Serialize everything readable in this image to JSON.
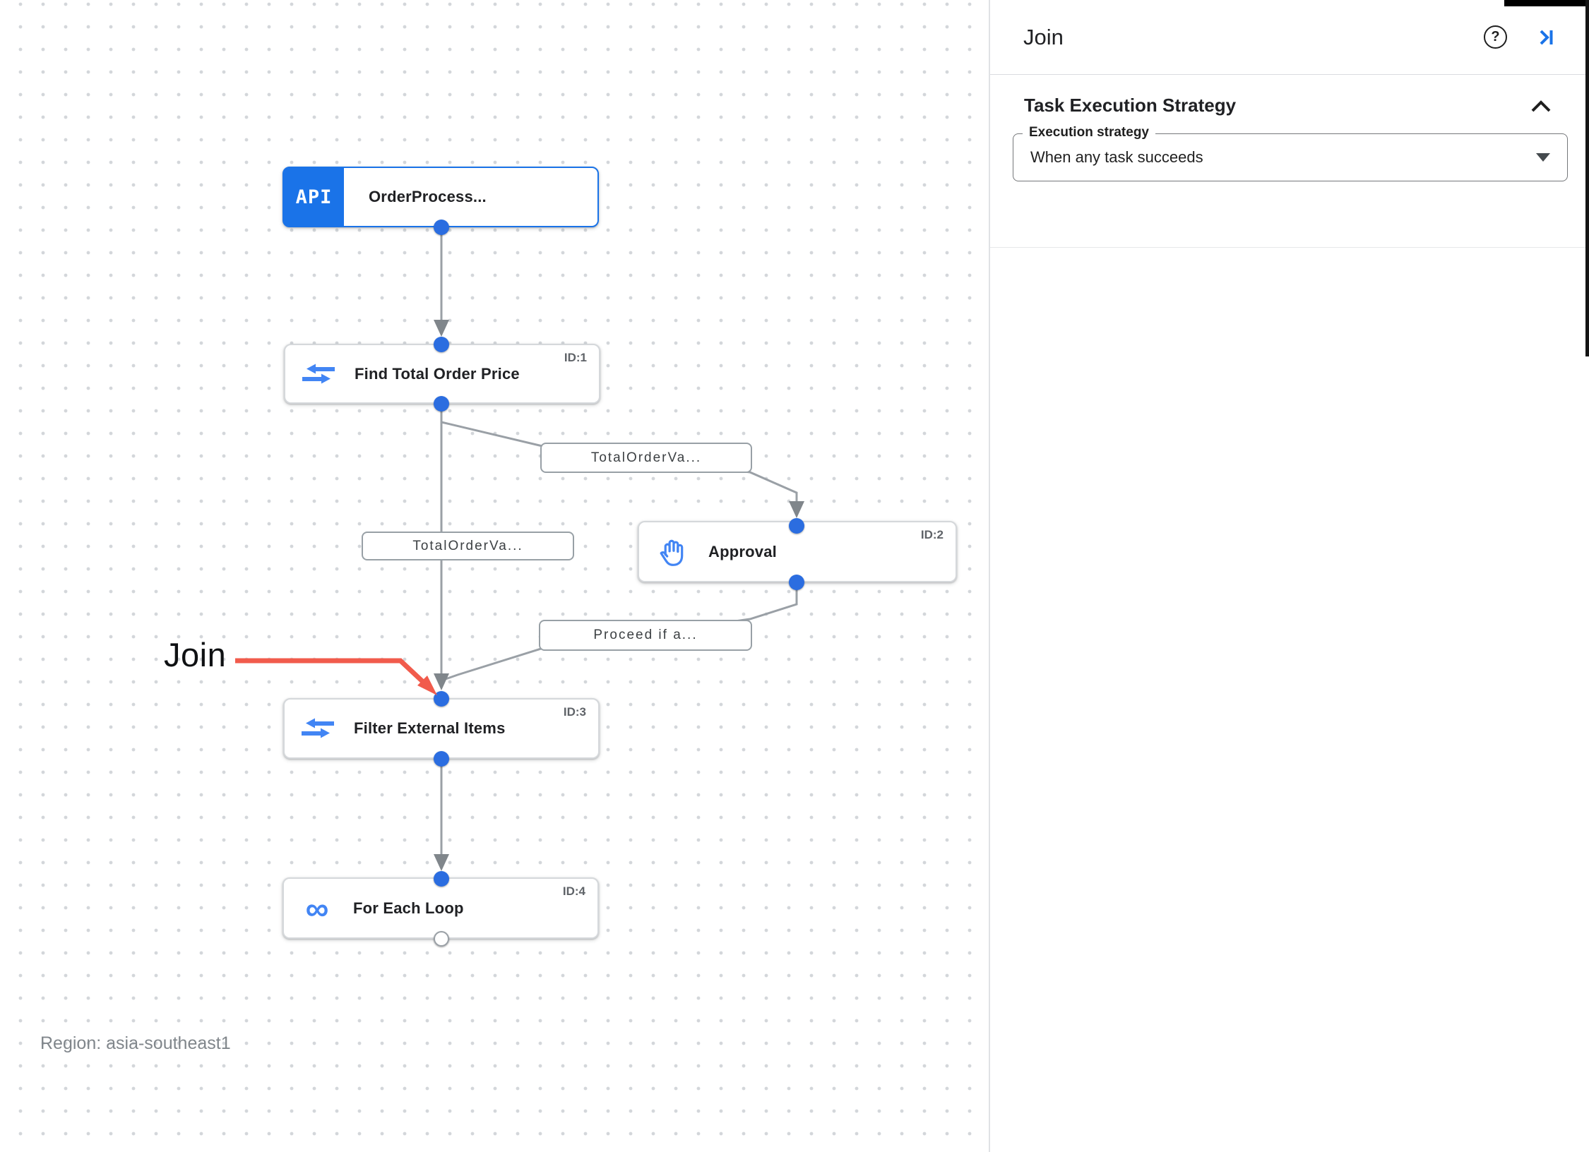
{
  "panel": {
    "title": "Join",
    "help_glyph": "?",
    "section_title": "Task Execution Strategy",
    "field": {
      "label": "Execution strategy",
      "value": "When any task succeeds"
    }
  },
  "canvas": {
    "api_badge": "API",
    "loop_glyph": "∞",
    "nodes": [
      {
        "title": "OrderProcess...",
        "id": ""
      },
      {
        "title": "Find Total Order Price",
        "id": "ID:1"
      },
      {
        "title": "Approval",
        "id": "ID:2"
      },
      {
        "title": "Filter External Items",
        "id": "ID:3"
      },
      {
        "title": "For Each Loop",
        "id": "ID:4"
      }
    ],
    "edge_labels": [
      "TotalOrderVa...",
      "TotalOrderVa...",
      "Proceed if a..."
    ],
    "annotation": "Join",
    "region": "Region: asia-southeast1"
  },
  "colors": {
    "accent_blue": "#1a73e8",
    "node_icon_blue": "#4285f4",
    "port_blue": "#2b6de0",
    "edge_gray": "#9aa0a6",
    "annotation_red": "#f15b4c"
  }
}
